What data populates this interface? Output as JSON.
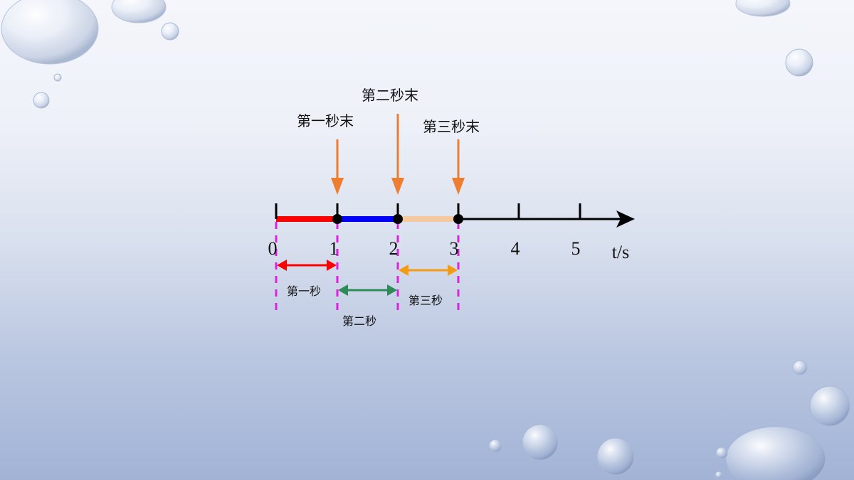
{
  "slide": {
    "diagram": {
      "axis_unit": "t/s",
      "ticks": [
        "0",
        "1",
        "2",
        "3",
        "4",
        "5"
      ],
      "moment_labels": [
        "第一秒末",
        "第二秒末",
        "第三秒末"
      ],
      "interval_labels": [
        "第一秒",
        "第二秒",
        "第三秒"
      ]
    },
    "colors": {
      "second_one": "#ff0000",
      "second_two": "#0000ff",
      "second_three": "#f6c8a0",
      "moment_arrow": "#ed7d31",
      "interval_one_arrow": "#ff0000",
      "interval_two_arrow": "#2e8b57",
      "interval_three_arrow": "#f39c12",
      "divider": "#e020e0"
    }
  }
}
